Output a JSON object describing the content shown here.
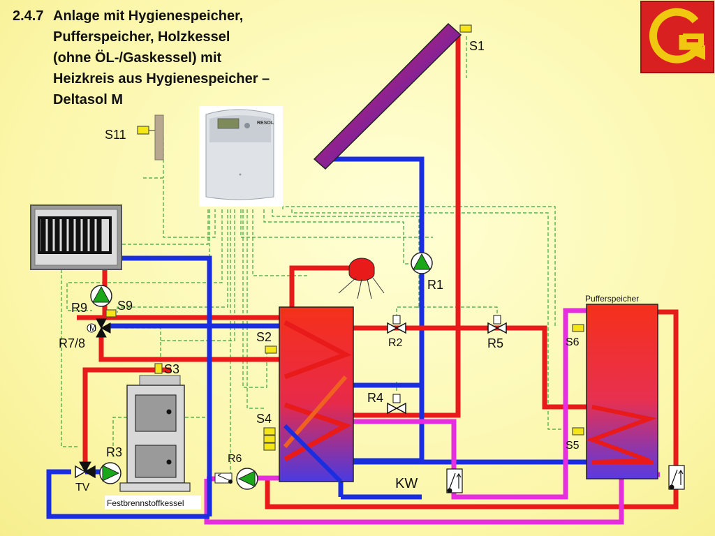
{
  "title": {
    "number": "2.4.7",
    "lines": [
      "Anlage mit Hygienespeicher,",
      "Pufferspeicher, Holzkessel",
      "(ohne ÖL-/Gaskessel) mit",
      "Heizkreis aus Hygienespeicher –",
      "Deltasol M"
    ]
  },
  "controller": {
    "brand": "RESOL"
  },
  "sensors": {
    "s1": "S1",
    "s2": "S2",
    "s3": "S3",
    "s4": "S4",
    "s5": "S5",
    "s6": "S6",
    "s9": "S9",
    "s11": "S11"
  },
  "relays": {
    "r1": "R1",
    "r2": "R2",
    "r3": "R3",
    "r4": "R4",
    "r5": "R5",
    "r6": "R6",
    "r78": "R7/8",
    "r9": "R9"
  },
  "labels": {
    "pufferspeicher": "Pufferspeicher",
    "festbrennstoffkessel": "Festbrennstoffkessel",
    "kw": "KW",
    "tv": "TV",
    "motor": "M"
  },
  "colors": {
    "hot_pipe": "#e81a1a",
    "cold_pipe": "#1a2ee0",
    "circuit_pipe": "#e62ee0",
    "signal_wire": "#3aa53a",
    "sensor": "#f5e61a",
    "pump": "#1aa81a",
    "logo_bg": "#d82020",
    "logo_fg": "#f0c810"
  }
}
